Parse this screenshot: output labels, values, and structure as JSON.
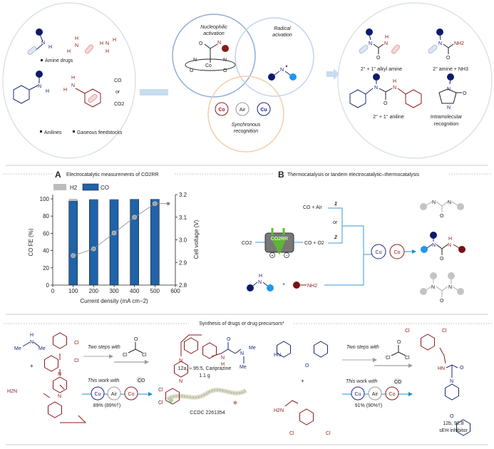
{
  "top": {
    "left_panel": {
      "amine_drugs_label": "Amine drugs",
      "anilines_label": "Anilines",
      "gaseous_label": "Gaseous feedstocks",
      "co": "CO",
      "or": "or",
      "co2": "CO2",
      "atoms": {
        "n": "N",
        "h": "H"
      }
    },
    "center": {
      "nucleophilic_1": "Nucleophilic",
      "nucleophilic_2": "activation",
      "radical_1": "Radical",
      "radical_2": "acivation",
      "sync_1": "Synchronous",
      "sync_2": "recognition",
      "co_label": "Co",
      "air_label": "Air",
      "cu_label": "Cu",
      "complex_atoms": {
        "o": "O",
        "n": "N",
        "h": "H",
        "co": "Co"
      }
    },
    "right_panel": {
      "p1": "2° + 1° alkyl amine",
      "p2": "2° amine + NH3",
      "p3": "2° + 1° aniline",
      "p4_1": "Intramolecular",
      "p4_2": "recognition",
      "nh2": "NH2"
    }
  },
  "panel_a": {
    "letter": "A",
    "title": "Electrocatalytic measurements of CO2RR",
    "legend": [
      "H2",
      "CO"
    ]
  },
  "chart_data": {
    "type": "bar",
    "title": "Electrocatalytic measurements of CO2RR",
    "xlabel": "Current density (mA cm−2)",
    "ylabel": "CO FE (%)",
    "y2label": "Cell voltage (V)",
    "xlim": [
      0,
      600
    ],
    "ylim": [
      0,
      100
    ],
    "y2lim": [
      2.8,
      3.2
    ],
    "xticks": [
      "0",
      "100",
      "200",
      "300",
      "400",
      "500",
      "600"
    ],
    "yticks": [
      "0",
      "20",
      "40",
      "60",
      "80",
      "100"
    ],
    "y2ticks": [
      "2.8",
      "2.9",
      "3.0",
      "3.1",
      "3.2"
    ],
    "x": [
      100,
      200,
      300,
      400,
      500
    ],
    "series": [
      {
        "name": "CO",
        "kind": "bar",
        "color": "#1f63a8",
        "values": [
          97.5,
          99,
          99,
          99.5,
          99.5
        ]
      },
      {
        "name": "H2",
        "kind": "bar-stack",
        "color": "#bdbdbd",
        "values": [
          2.5,
          1,
          1,
          0.5,
          0.5
        ]
      },
      {
        "name": "Cell voltage",
        "kind": "line",
        "axis": "right",
        "color": "#888888",
        "values": [
          2.93,
          2.96,
          3.03,
          3.1,
          3.16
        ]
      }
    ],
    "legend_position": "top-left"
  },
  "panel_b": {
    "letter": "B",
    "title": "Thermocatalysis or tandem electrocatalytic–thermocatalysis",
    "co2": "CO2",
    "device": "CO2RR",
    "plus": "+",
    "minus": "−",
    "co_air": "CO + Air",
    "co_o2": "CO + O2",
    "route1": "1",
    "route2": "2",
    "or": "or",
    "cu": "Cu",
    "co": "Co",
    "nh2": "NH2",
    "n": "N",
    "h": "H",
    "o": "O",
    "plus_sign": "+"
  },
  "synthesis": {
    "title": "Synthesis of drugs or drug precursors*",
    "two_steps": "Two steps with",
    "this_work": "This work with",
    "co": "CO",
    "cu": "Cu",
    "air": "Air",
    "co_cat": "Co",
    "plus": "+",
    "yield_a": "89% (89%†)",
    "yield_b": "91% (90%†)",
    "product_a_1": "12a, ≈ 95:5, Cariprazine",
    "product_a_2": "1.1 g",
    "ccdc": "CCDC 2261354",
    "product_b_1": "12b, 92:8",
    "product_b_2": "sEH inhibitor",
    "atoms": {
      "me": "Me",
      "n": "N",
      "h": "H",
      "cl": "Cl",
      "o": "O",
      "h2n": "H2N",
      "hn": "HN"
    }
  }
}
